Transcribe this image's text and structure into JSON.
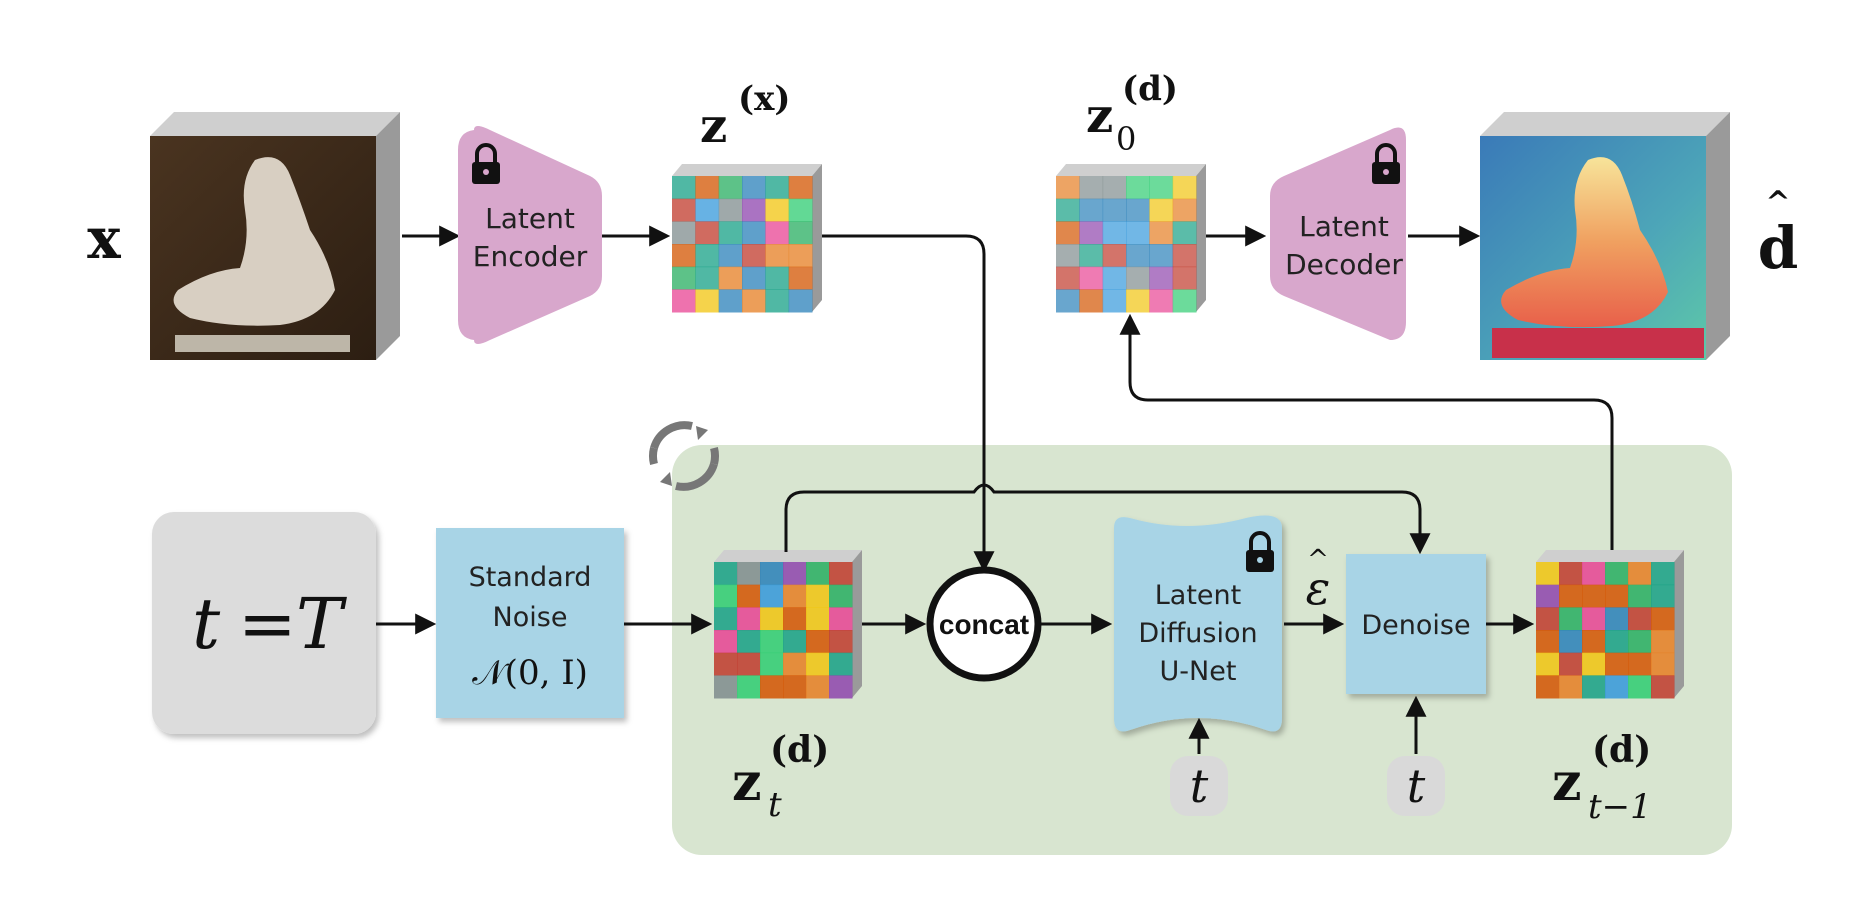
{
  "input": {
    "symbol": "x",
    "photo_desc_colors": [
      "#3b2a1c",
      "#d8cfc2"
    ]
  },
  "encoder": {
    "line1": "Latent",
    "line2": "Encoder",
    "color": "#d8a7cc"
  },
  "latent_x": {
    "base": "z",
    "sup": "(x)"
  },
  "latent_z0": {
    "base": "z",
    "sub": "0",
    "sup": "(d)"
  },
  "decoder": {
    "line1": "Latent",
    "line2": "Decoder",
    "color": "#d8a7cc"
  },
  "output": {
    "symbol": "d"
  },
  "timestep_box": {
    "lhs": "t",
    "eq": "=",
    "rhs": "T",
    "color": "#dcdcdc"
  },
  "noise": {
    "line1": "Standard",
    "line2": "Noise",
    "formula": "𝒩(0, I)",
    "color": "#a8d4e6"
  },
  "latent_zt": {
    "base": "z",
    "sub": "t",
    "sup": "(d)"
  },
  "concat": {
    "label": "concat"
  },
  "unet": {
    "line1": "Latent",
    "line2": "Diffusion",
    "line3": "U-Net",
    "color": "#a8d4e6"
  },
  "eps_hat": {
    "label": "ε"
  },
  "denoise": {
    "label": "Denoise",
    "color": "#a8d4e6"
  },
  "latent_zt1": {
    "base": "z",
    "sub": "t−1",
    "sup": "(d)"
  },
  "t_unet": {
    "label": "t"
  },
  "t_denoise": {
    "label": "t"
  },
  "loop_region": {
    "color": "#d8e5d0"
  },
  "palette": [
    "#c0392b",
    "#27ae60",
    "#2980b9",
    "#f1c40f",
    "#8e44ad",
    "#16a085",
    "#d35400",
    "#7f8c8d",
    "#e84393",
    "#2ecc71",
    "#3498db",
    "#e67e22"
  ]
}
